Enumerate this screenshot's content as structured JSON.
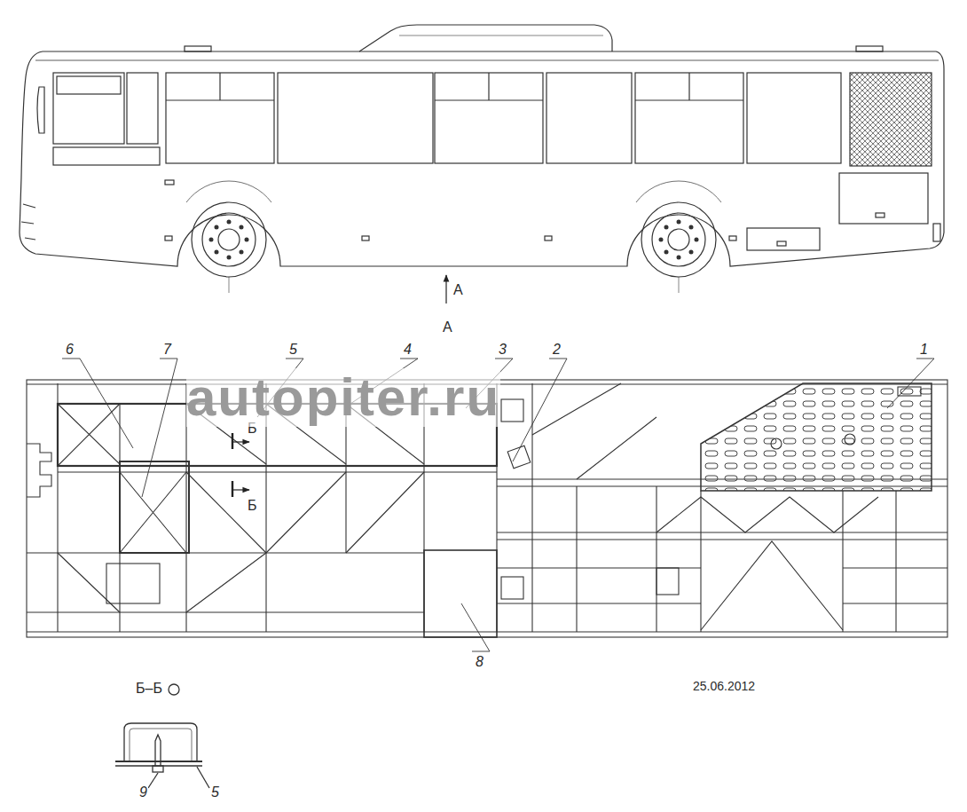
{
  "diagram": {
    "labels": [
      "А",
      "А",
      "6",
      "7",
      "5",
      "4",
      "3",
      "2",
      "1",
      "Б",
      "Б",
      "8",
      "Б–Б",
      "25.06.2012",
      "9",
      "5",
      "autopiter.ru"
    ]
  }
}
